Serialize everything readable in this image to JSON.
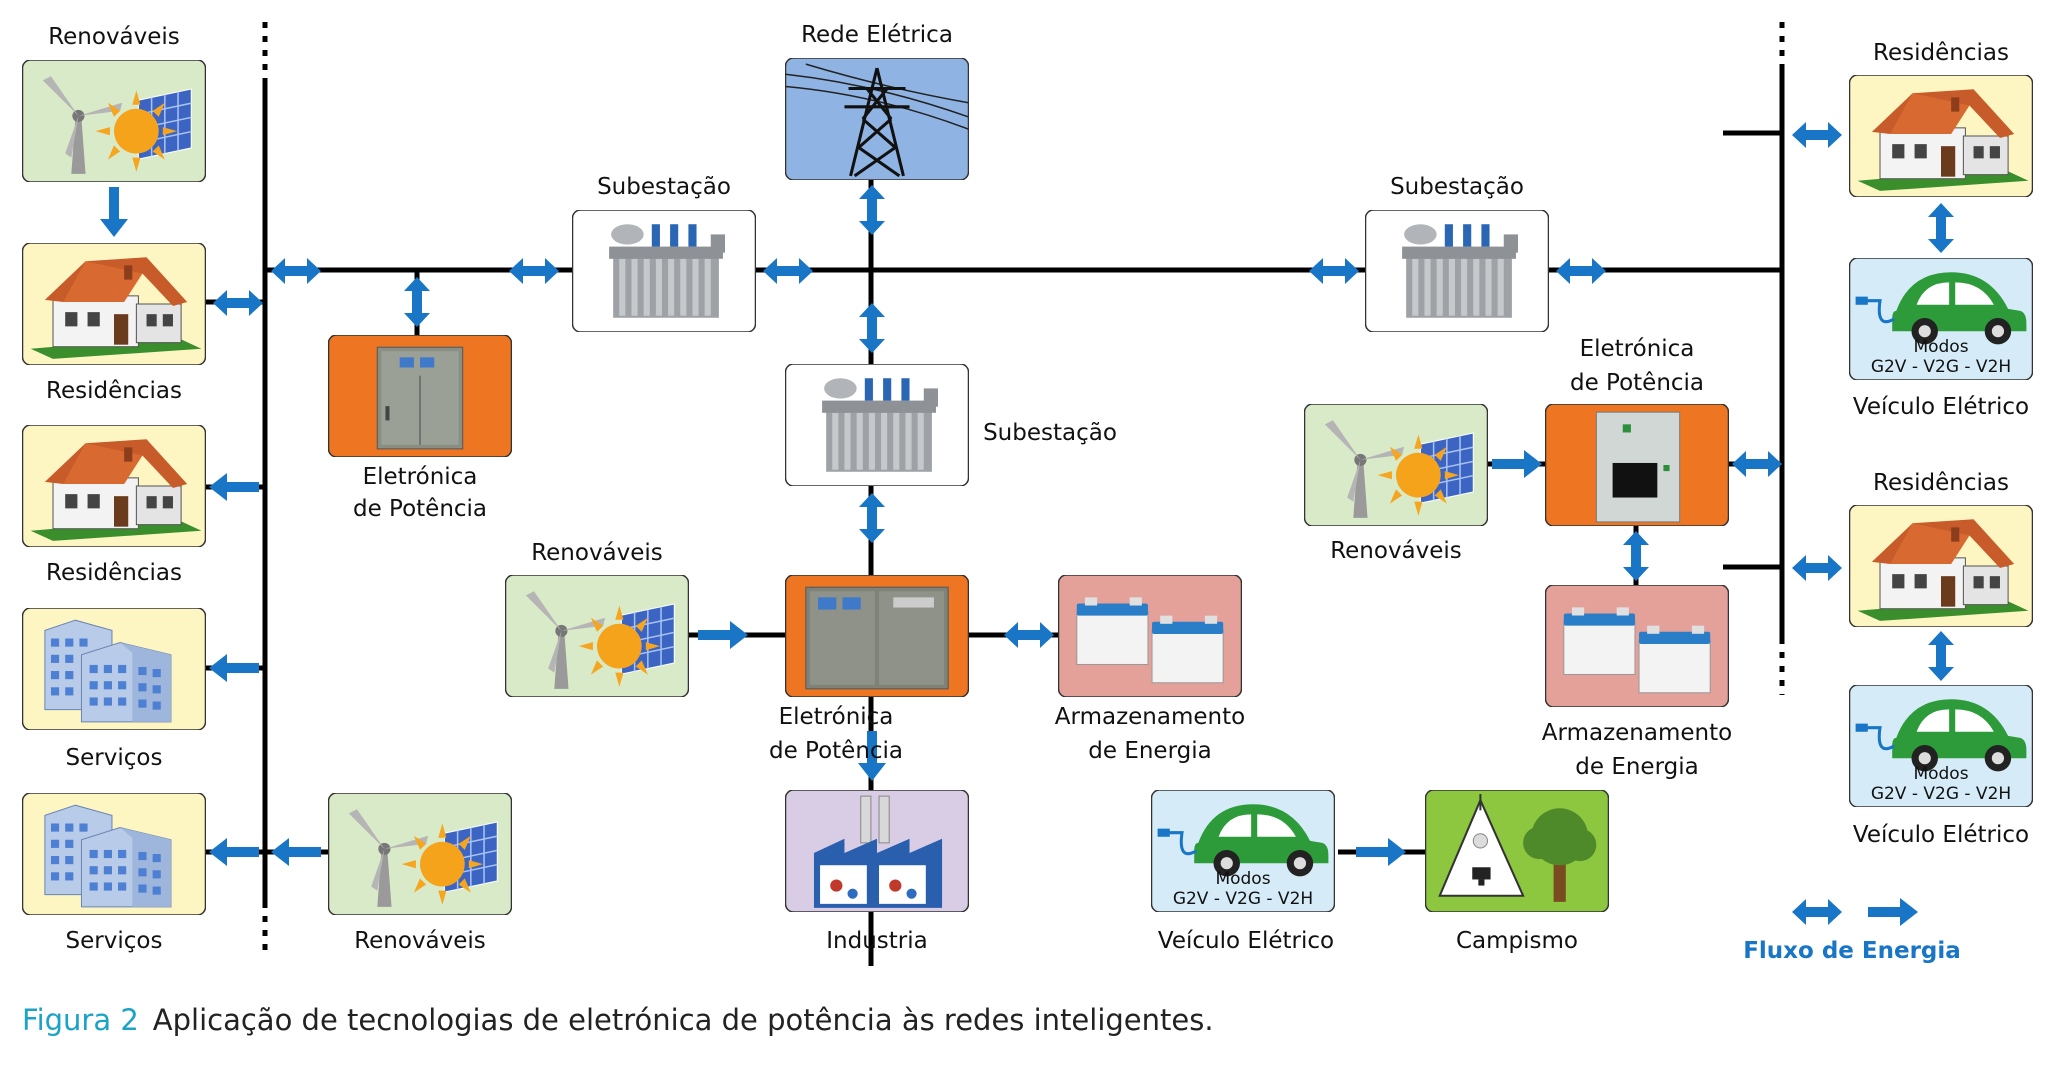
{
  "colors": {
    "arrow": "#1976c6",
    "line": "#000000",
    "power_electronics": "#ee7623",
    "renewables_bg": "#d9eac8",
    "residence_bg": "#fdf6c2",
    "services_bg": "#fdf6c2",
    "grid_bg": "#8fb4e3",
    "storage_bg": "#e4a19a",
    "ev_bg": "#d5ecf8",
    "industry_bg": "#d9cde6",
    "camping_bg": "#8dc63f",
    "caption_accent": "#1aa3c7"
  },
  "labels": {
    "grid": "Rede Elétrica",
    "substation_1": "Subestação",
    "substation_2": "Subestação",
    "substation_3": "Subestação",
    "renewables_left_top": "Renováveis",
    "residences_left_1": "Residências",
    "residences_left_2": "Residências",
    "services_1": "Serviços",
    "services_2": "Serviços",
    "renewables_bottom_left": "Renováveis",
    "pe_left_1": "Eletrónica",
    "pe_left_2": "de Potência",
    "renewables_center": "Renováveis",
    "pe_center_1": "Eletrónica",
    "pe_center_2": "de Potência",
    "storage_center_1": "Armazenamento",
    "storage_center_2": "de Energia",
    "industry": "Industria",
    "ev_bottom": "Veículo Elétrico",
    "camping": "Campismo",
    "renewables_right": "Renováveis",
    "pe_right_1": "Eletrónica",
    "pe_right_2": "de Potência",
    "storage_right_1": "Armazenamento",
    "storage_right_2": "de Energia",
    "residences_right_1": "Residências",
    "residences_right_2": "Residências",
    "ev_right_1": "Veículo Elétrico",
    "ev_right_2": "Veículo Elétrico",
    "ev_modes_title": "Modos",
    "ev_modes_list": "G2V - V2G - V2H"
  },
  "legend": {
    "title": "Fluxo de Energia"
  },
  "caption": {
    "figure": "Figura 2",
    "text": "Aplicação de tecnologias de eletrónica de potência às redes inteligentes."
  }
}
